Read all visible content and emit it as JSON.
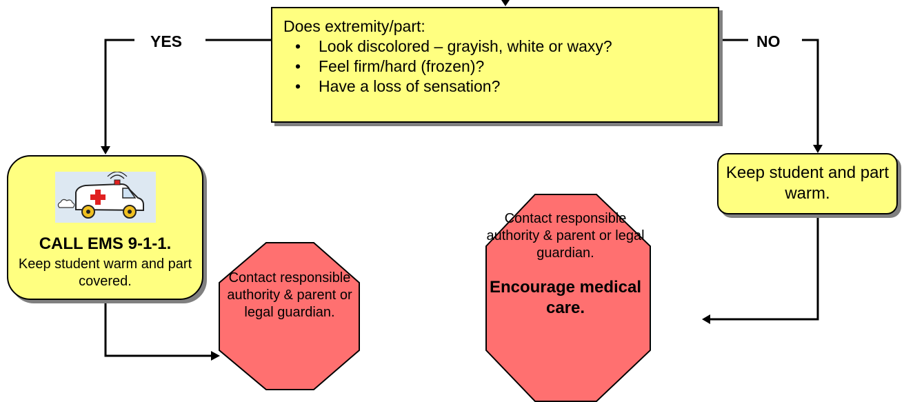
{
  "decision": {
    "question": "Does extremity/part:",
    "criteria": [
      "Look discolored – grayish, white or waxy?",
      "Feel firm/hard (frozen)?",
      "Have a loss of sensation?"
    ],
    "bullet": "•"
  },
  "branches": {
    "yes_label": "YES",
    "no_label": "NO"
  },
  "ems_box": {
    "image_icon": "ambulance-icon",
    "title": "CALL EMS 9-1-1.",
    "text": "Keep student warm and part covered."
  },
  "warm_box": {
    "text": "Keep student and part warm."
  },
  "stop_yes": {
    "text": "Contact responsible authority & parent or legal guardian."
  },
  "stop_no": {
    "text": "Contact responsible authority & parent or legal guardian.",
    "emphasis": "Encourage medical care."
  },
  "colors": {
    "box_fill": "#ffff80",
    "stop_fill": "#ff7070",
    "shadow": "#808080",
    "line": "#000000"
  }
}
